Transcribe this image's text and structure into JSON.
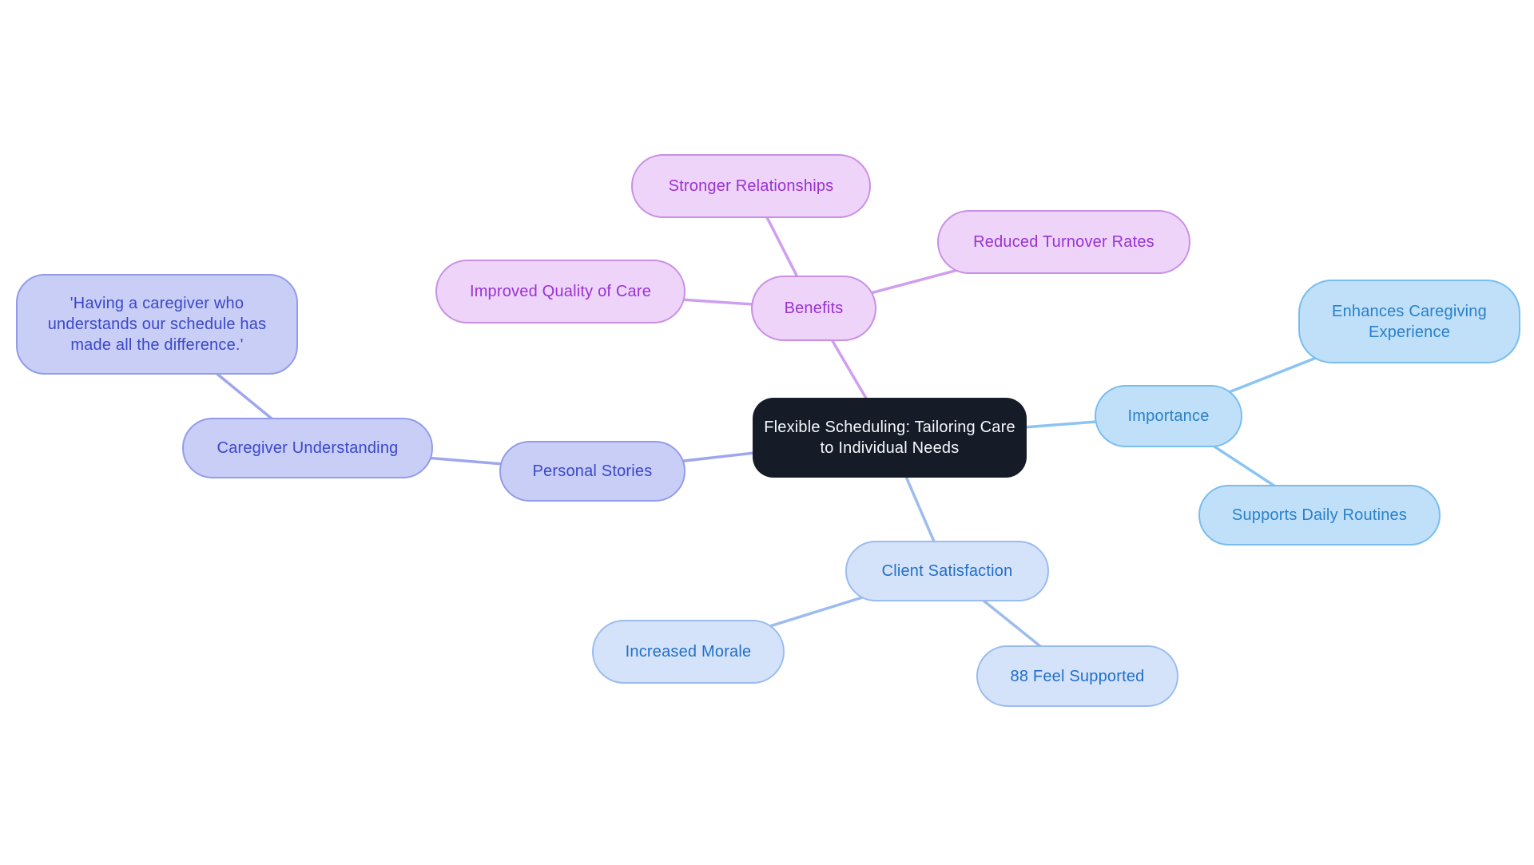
{
  "mindmap": {
    "background": "#ffffff",
    "central": {
      "label": "Flexible Scheduling: Tailoring Care to Individual Needs",
      "colors": {
        "fill": "#151b27",
        "text": "#f5f7fa"
      }
    },
    "branches": [
      {
        "label": "Benefits",
        "colors": {
          "fill": "#eed4f9",
          "border": "#c98fe5",
          "text": "#9833d1",
          "edge": "#d09ef0"
        },
        "children": [
          {
            "label": "Stronger Relationships"
          },
          {
            "label": "Reduced Turnover Rates"
          },
          {
            "label": "Improved Quality of Care"
          }
        ]
      },
      {
        "label": "Importance",
        "colors": {
          "fill": "#bfe0f8",
          "border": "#79bdee",
          "text": "#2a80ca",
          "edge": "#8ac4f2"
        },
        "children": [
          {
            "label": "Enhances Caregiving Experience"
          },
          {
            "label": "Supports Daily Routines"
          }
        ]
      },
      {
        "label": "Client Satisfaction",
        "colors": {
          "fill": "#d4e3fa",
          "border": "#9abcee",
          "text": "#236fc6",
          "edge": "#9dbcee"
        },
        "children": [
          {
            "label": "Increased Morale"
          },
          {
            "label": "88 Feel Supported"
          }
        ]
      },
      {
        "label": "Personal Stories",
        "colors": {
          "fill": "#c9cef6",
          "border": "#929ce9",
          "text": "#3c47c8",
          "edge": "#9fa7ec"
        },
        "children": [
          {
            "label": "Caregiver Understanding",
            "children": [
              {
                "label": "'Having a caregiver who understands our schedule has made all the difference.'"
              }
            ]
          }
        ]
      }
    ]
  }
}
